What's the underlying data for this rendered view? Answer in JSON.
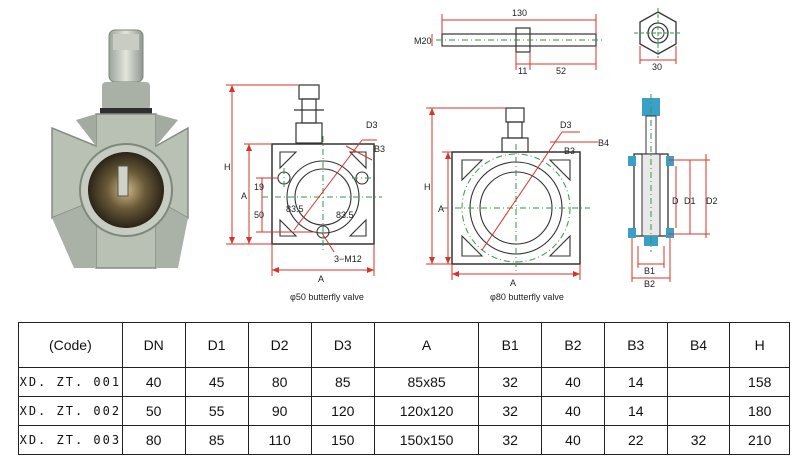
{
  "photo": {
    "description_icon": "valve-photo-icon"
  },
  "drawing50": {
    "caption": "φ50  butterfly valve",
    "labels": {
      "h": "H",
      "a_vert": "A",
      "a_horiz": "A",
      "d3": "D3",
      "b3": "B3",
      "dim19": "19",
      "dim50": "50",
      "r1": "83.5",
      "r2": "83.5",
      "bolt": "3−M12"
    }
  },
  "drawing80": {
    "caption": "φ80  butterfly valve",
    "labels": {
      "h": "H",
      "a_vert": "A",
      "a_horiz": "A",
      "d3": "D3",
      "b3": "B3",
      "b4": "B4"
    }
  },
  "stem": {
    "len": "130",
    "thread": "M20",
    "hex": "11",
    "shaft": "52",
    "across": "30"
  },
  "section": {
    "d": "D",
    "d1": "D1",
    "d2": "D2",
    "b1": "B1",
    "b2": "B2"
  },
  "table": {
    "headers": [
      "(Code)",
      "DN",
      "D1",
      "D2",
      "D3",
      "A",
      "B1",
      "B2",
      "B3",
      "B4",
      "H"
    ],
    "rows": [
      [
        "XD. ZT. 001",
        "40",
        "45",
        "80",
        "85",
        "85x85",
        "32",
        "40",
        "14",
        "",
        "158"
      ],
      [
        "XD. ZT. 002",
        "50",
        "55",
        "90",
        "120",
        "120x120",
        "32",
        "40",
        "14",
        "",
        "180"
      ],
      [
        "XD. ZT. 003",
        "80",
        "85",
        "110",
        "150",
        "150x150",
        "32",
        "40",
        "22",
        "32",
        "210"
      ]
    ]
  },
  "colors": {
    "dim": "#d6332a",
    "center": "#2d9a44",
    "body": "#333333",
    "seal": "#3aa0c8"
  }
}
